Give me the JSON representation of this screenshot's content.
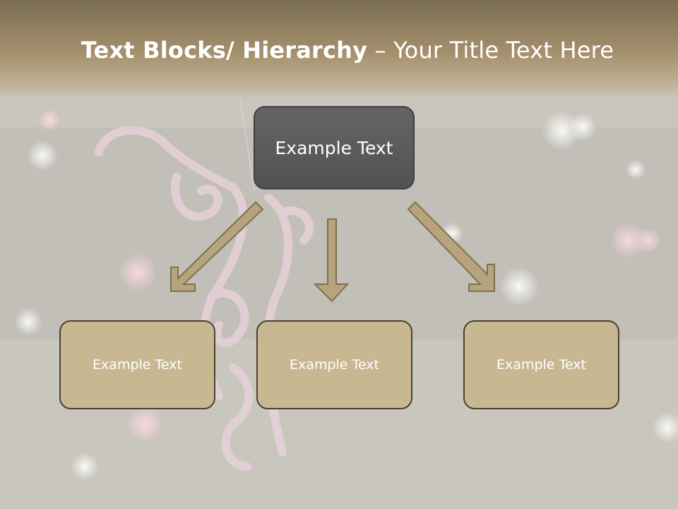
{
  "slide": {
    "title_bold": "Text Blocks/ Hierarchy",
    "title_rest": " – Your Title Text Here"
  },
  "hierarchy": {
    "top": {
      "label": "Example Text",
      "color": "#5a5a5a"
    },
    "children": [
      {
        "label": "Example Text"
      },
      {
        "label": "Example Text"
      },
      {
        "label": "Example Text"
      }
    ],
    "child_color": "#c7b892",
    "arrow_color": "#b6a57c"
  },
  "background": {
    "description_colors": [
      "#cfccc4",
      "#a6916e"
    ],
    "ornament_icon": "angel-ornament-icon"
  }
}
